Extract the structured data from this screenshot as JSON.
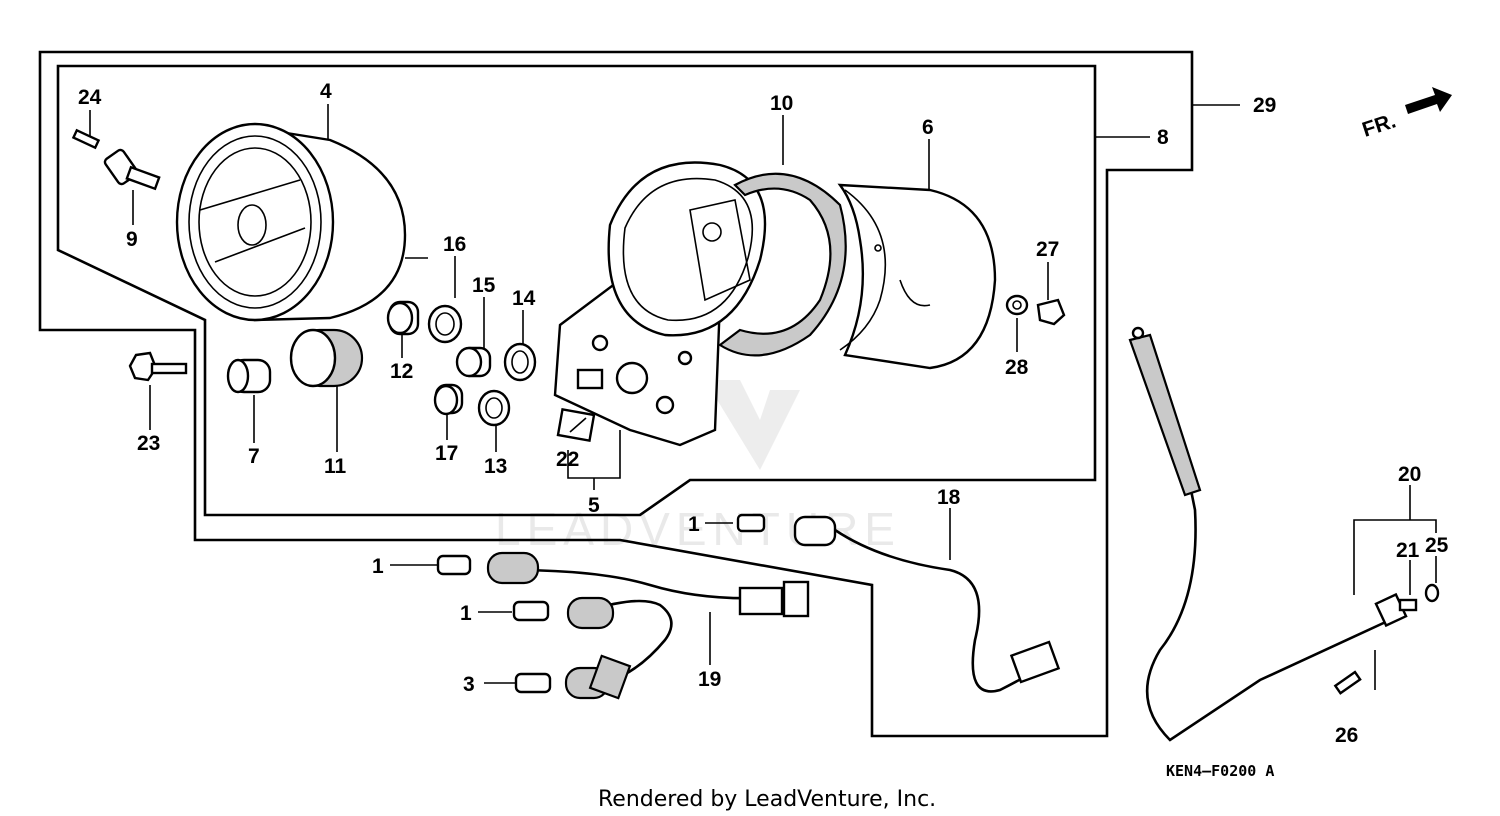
{
  "diagram": {
    "reference_code": "KEN4–F0200 A",
    "direction_label": "FR.",
    "watermark": "LEADVENTURE",
    "footer": "Rendered by LeadVenture, Inc."
  },
  "callouts": [
    {
      "id": "c24",
      "text": "24"
    },
    {
      "id": "c4",
      "text": "4"
    },
    {
      "id": "c9",
      "text": "9"
    },
    {
      "id": "c10",
      "text": "10"
    },
    {
      "id": "c6",
      "text": "6"
    },
    {
      "id": "c8",
      "text": "8"
    },
    {
      "id": "c29",
      "text": "29"
    },
    {
      "id": "c16",
      "text": "16"
    },
    {
      "id": "c15",
      "text": "15"
    },
    {
      "id": "c14",
      "text": "14"
    },
    {
      "id": "c12",
      "text": "12"
    },
    {
      "id": "c27",
      "text": "27"
    },
    {
      "id": "c28",
      "text": "28"
    },
    {
      "id": "c23",
      "text": "23"
    },
    {
      "id": "c7",
      "text": "7"
    },
    {
      "id": "c11",
      "text": "11"
    },
    {
      "id": "c17",
      "text": "17"
    },
    {
      "id": "c13",
      "text": "13"
    },
    {
      "id": "c22",
      "text": "22"
    },
    {
      "id": "c5",
      "text": "5"
    },
    {
      "id": "c18",
      "text": "18"
    },
    {
      "id": "c1a",
      "text": "1"
    },
    {
      "id": "c1b",
      "text": "1"
    },
    {
      "id": "c1c",
      "text": "1"
    },
    {
      "id": "c3",
      "text": "3"
    },
    {
      "id": "c19",
      "text": "19"
    },
    {
      "id": "c20",
      "text": "20"
    },
    {
      "id": "c21",
      "text": "21"
    },
    {
      "id": "c25",
      "text": "25"
    },
    {
      "id": "c26",
      "text": "26"
    }
  ]
}
